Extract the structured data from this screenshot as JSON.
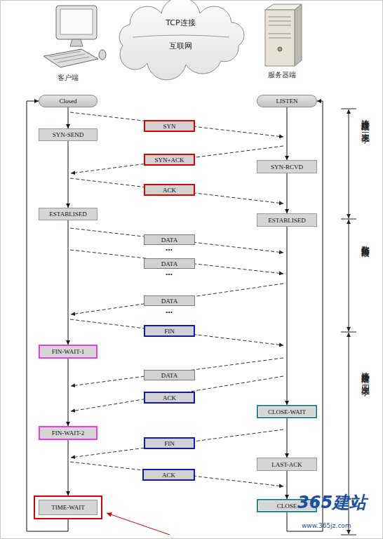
{
  "diagram": {
    "nodes": [
      {
        "text": [
          "TCP连接",
          "互联网"
        ]
      },
      {
        "text": [
          "Closed"
        ]
      },
      {
        "text": [
          "LISTEN"
        ]
      },
      {
        "text": [
          "SYN"
        ]
      },
      {
        "text": [
          "SYN-SEND"
        ]
      },
      {
        "text": [
          "SYN+ACK"
        ]
      },
      {
        "text": [
          "SYN-RCVD"
        ]
      },
      {
        "text": [
          "ACK"
        ]
      },
      {
        "text": [
          "ESTABLISED"
        ]
      },
      {
        "text": [
          "ESTABLISED"
        ]
      },
      {
        "text": [
          "DATA"
        ]
      },
      {
        "text": [
          "DATA"
        ]
      },
      {
        "text": [
          "DATA"
        ]
      },
      {
        "text": [
          "FIN"
        ]
      },
      {
        "text": [
          "FIN-WAIT-1"
        ]
      },
      {
        "text": [
          "DATA"
        ]
      },
      {
        "text": [
          "ACK"
        ]
      },
      {
        "text": [
          "CLOSE-WAIT"
        ]
      },
      {
        "text": [
          "FIN-WAIT-2"
        ]
      },
      {
        "text": [
          "FIN"
        ]
      },
      {
        "text": [
          "LAST-ACK"
        ]
      },
      {
        "text": [
          "ACK"
        ]
      },
      {
        "text": [
          "TIME-WAIT"
        ]
      },
      {
        "text": [
          "CLOSE"
        ]
      }
    ],
    "edges": [
      {
        "from": 1,
        "to": 4,
        "arrow": "to"
      },
      {
        "from": 4,
        "to": 8,
        "arrow": "to"
      },
      {
        "from": 8,
        "to": 14,
        "arrow": "to"
      },
      {
        "from": 14,
        "to": 18,
        "arrow": "to"
      },
      {
        "from": 18,
        "to": 22,
        "arrow": "to"
      },
      {
        "from": 22,
        "to": 1,
        "arrow": "to"
      },
      {
        "from": 2,
        "to": 6,
        "arrow": "to"
      },
      {
        "from": 6,
        "to": 9,
        "arrow": "to"
      },
      {
        "from": 9,
        "to": 17,
        "arrow": "to"
      },
      {
        "from": 17,
        "to": 20,
        "arrow": "to"
      },
      {
        "from": 20,
        "to": 23,
        "arrow": "to"
      },
      {
        "from": 23,
        "to": 2,
        "arrow": "to"
      }
    ],
    "labels": [
      "客户端",
      "服务器端",
      "…",
      "…",
      "…",
      "连接建立阶段：三次握手",
      "数据传输阶段",
      "连接释放阶段：四次握手",
      "365建站",
      "www.365jz.com"
    ]
  }
}
